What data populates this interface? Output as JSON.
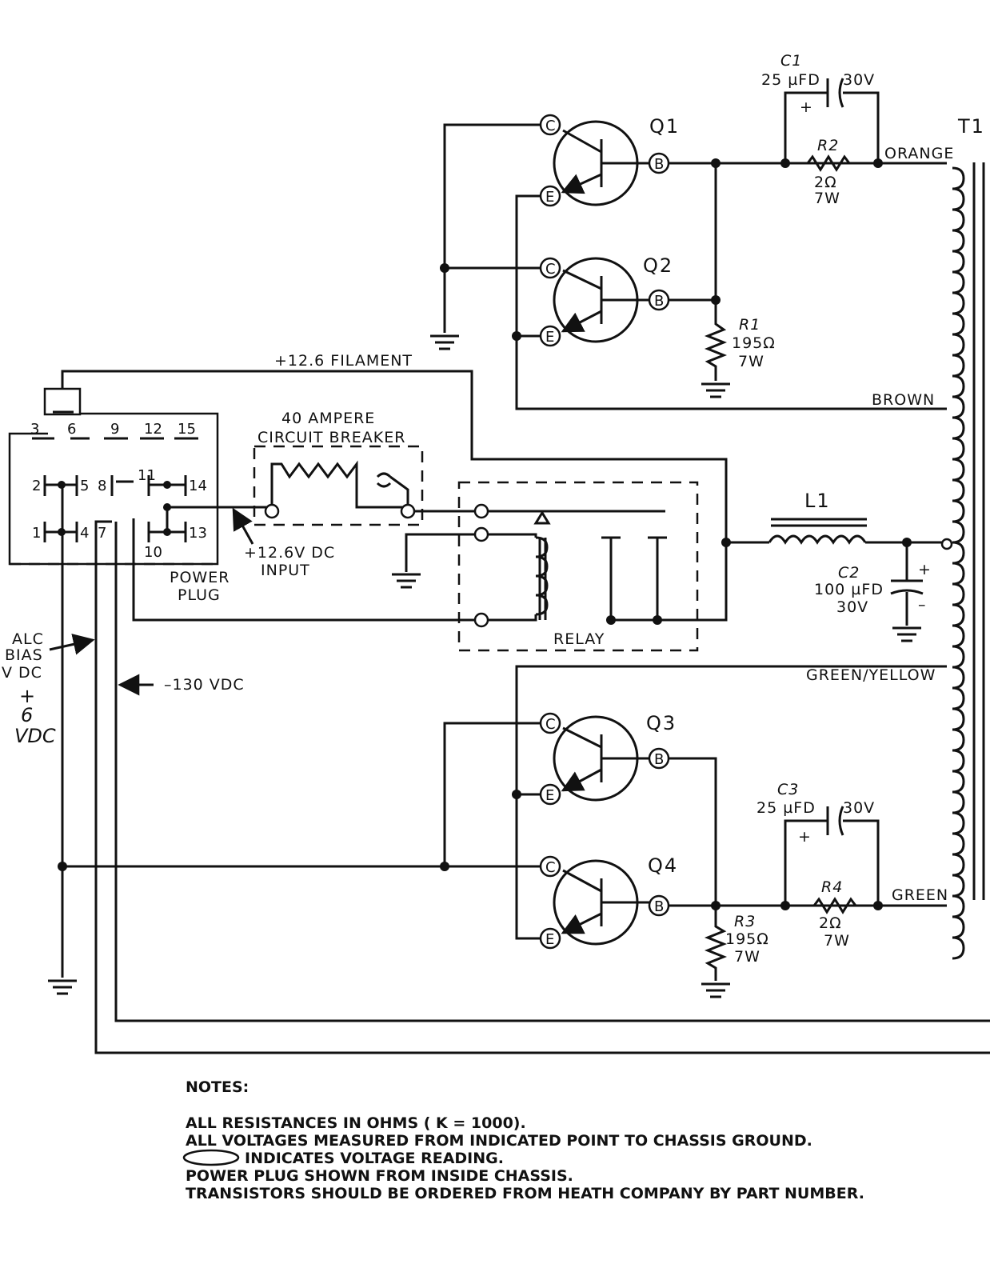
{
  "transistors": [
    {
      "ref": "Q1",
      "c": "C",
      "b": "B",
      "e": "E"
    },
    {
      "ref": "Q2",
      "c": "C",
      "b": "B",
      "e": "E"
    },
    {
      "ref": "Q3",
      "c": "C",
      "b": "B",
      "e": "E"
    },
    {
      "ref": "Q4",
      "c": "C",
      "b": "B",
      "e": "E"
    }
  ],
  "c1": {
    "ref": "C1",
    "value": "25 µFD",
    "voltage": "30V",
    "polarity": "+"
  },
  "c2": {
    "ref": "C2",
    "value": "100 µFD",
    "voltage": "30V",
    "plus": "+",
    "minus": "–"
  },
  "c3": {
    "ref": "C3",
    "value": "25 µFD",
    "voltage": "30V",
    "polarity": "+"
  },
  "r1": {
    "ref": "R1",
    "value": "195Ω",
    "watts": "7W"
  },
  "r2": {
    "ref": "R2",
    "value": "2Ω",
    "watts": "7W"
  },
  "r3": {
    "ref": "R3",
    "value": "195Ω",
    "watts": "7W"
  },
  "r4": {
    "ref": "R4",
    "value": "2Ω",
    "watts": "7W"
  },
  "t1": {
    "ref": "T1",
    "orange": "ORANGE",
    "brown": "BROWN",
    "green_yellow": "GREEN/YELLOW",
    "green": "GREEN"
  },
  "l1": {
    "ref": "L1"
  },
  "filament": "+12.6 FILAMENT",
  "breaker": {
    "line1": "40 AMPERE",
    "line2": "CIRCUIT BREAKER"
  },
  "input": {
    "line1": "+12.6V DC",
    "line2": "INPUT"
  },
  "relay": "RELAY",
  "plug": {
    "line1": "POWER",
    "line2": "PLUG",
    "pins": {
      "p1": "1",
      "p2": "2",
      "p3": "3",
      "p4": "4",
      "p5": "5",
      "p6": "6",
      "p7": "7",
      "p8": "8",
      "p9": "9",
      "p10": "10",
      "p11": "11",
      "p12": "12",
      "p13": "13",
      "p14": "14",
      "p15": "15"
    }
  },
  "alc": {
    "line1": "ALC",
    "line2": "BIAS",
    "line3": "V DC"
  },
  "handwritten": {
    "line1": "+",
    "line2": "6",
    "line3": "VDC"
  },
  "vdc130": "–130 VDC",
  "notes": {
    "title": "NOTES:",
    "lines": [
      "ALL RESISTANCES IN OHMS ( K = 1000).",
      "ALL VOLTAGES MEASURED FROM INDICATED POINT TO CHASSIS GROUND."
    ],
    "ellipse_note": "INDICATES VOLTAGE READING.",
    "lines2": [
      "POWER PLUG SHOWN FROM INSIDE CHASSIS.",
      "TRANSISTORS SHOULD BE ORDERED FROM HEATH COMPANY BY PART NUMBER."
    ]
  }
}
